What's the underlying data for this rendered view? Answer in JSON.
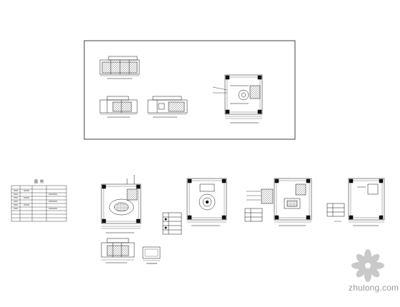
{
  "sheet": {
    "material_table_title": "图  例",
    "watermark_text": "zhulong.com",
    "colors": {
      "line": "#111111",
      "paper": "#ffffff",
      "hatch": "#333333",
      "watermark": "#9a9a9a"
    }
  },
  "frames": [
    {
      "name": "upper-sheet-frame",
      "label": ""
    }
  ],
  "icons": [
    {
      "name": "watermark-logo-icon"
    }
  ]
}
